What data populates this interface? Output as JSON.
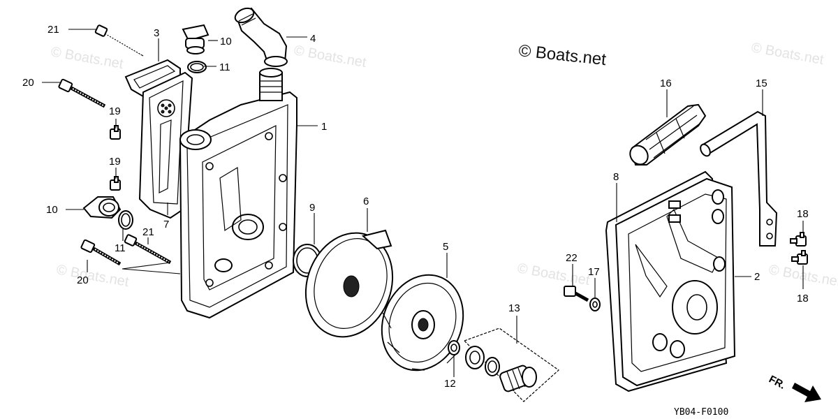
{
  "watermark_text": "© Boats.net",
  "copyright": "© Boats.net",
  "drawing_code": "YB04-F0100",
  "front_indicator": "FR.",
  "callouts": {
    "c1": "1",
    "c2": "2",
    "c3": "3",
    "c4": "4",
    "c5": "5",
    "c6": "6",
    "c7": "7",
    "c8": "8",
    "c9": "9",
    "c10a": "10",
    "c10b": "10",
    "c11a": "11",
    "c11b": "11",
    "c12": "12",
    "c13": "13",
    "c15": "15",
    "c16": "16",
    "c17": "17",
    "c18a": "18",
    "c18b": "18",
    "c19a": "19",
    "c19b": "19",
    "c20a": "20",
    "c20b": "20",
    "c21a": "21",
    "c21b": "21",
    "c22": "22"
  },
  "colors": {
    "line": "#000000",
    "watermark": "#e3e3e3",
    "background": "#ffffff"
  },
  "icons": {
    "front_arrow": "arrow-right-icon"
  }
}
